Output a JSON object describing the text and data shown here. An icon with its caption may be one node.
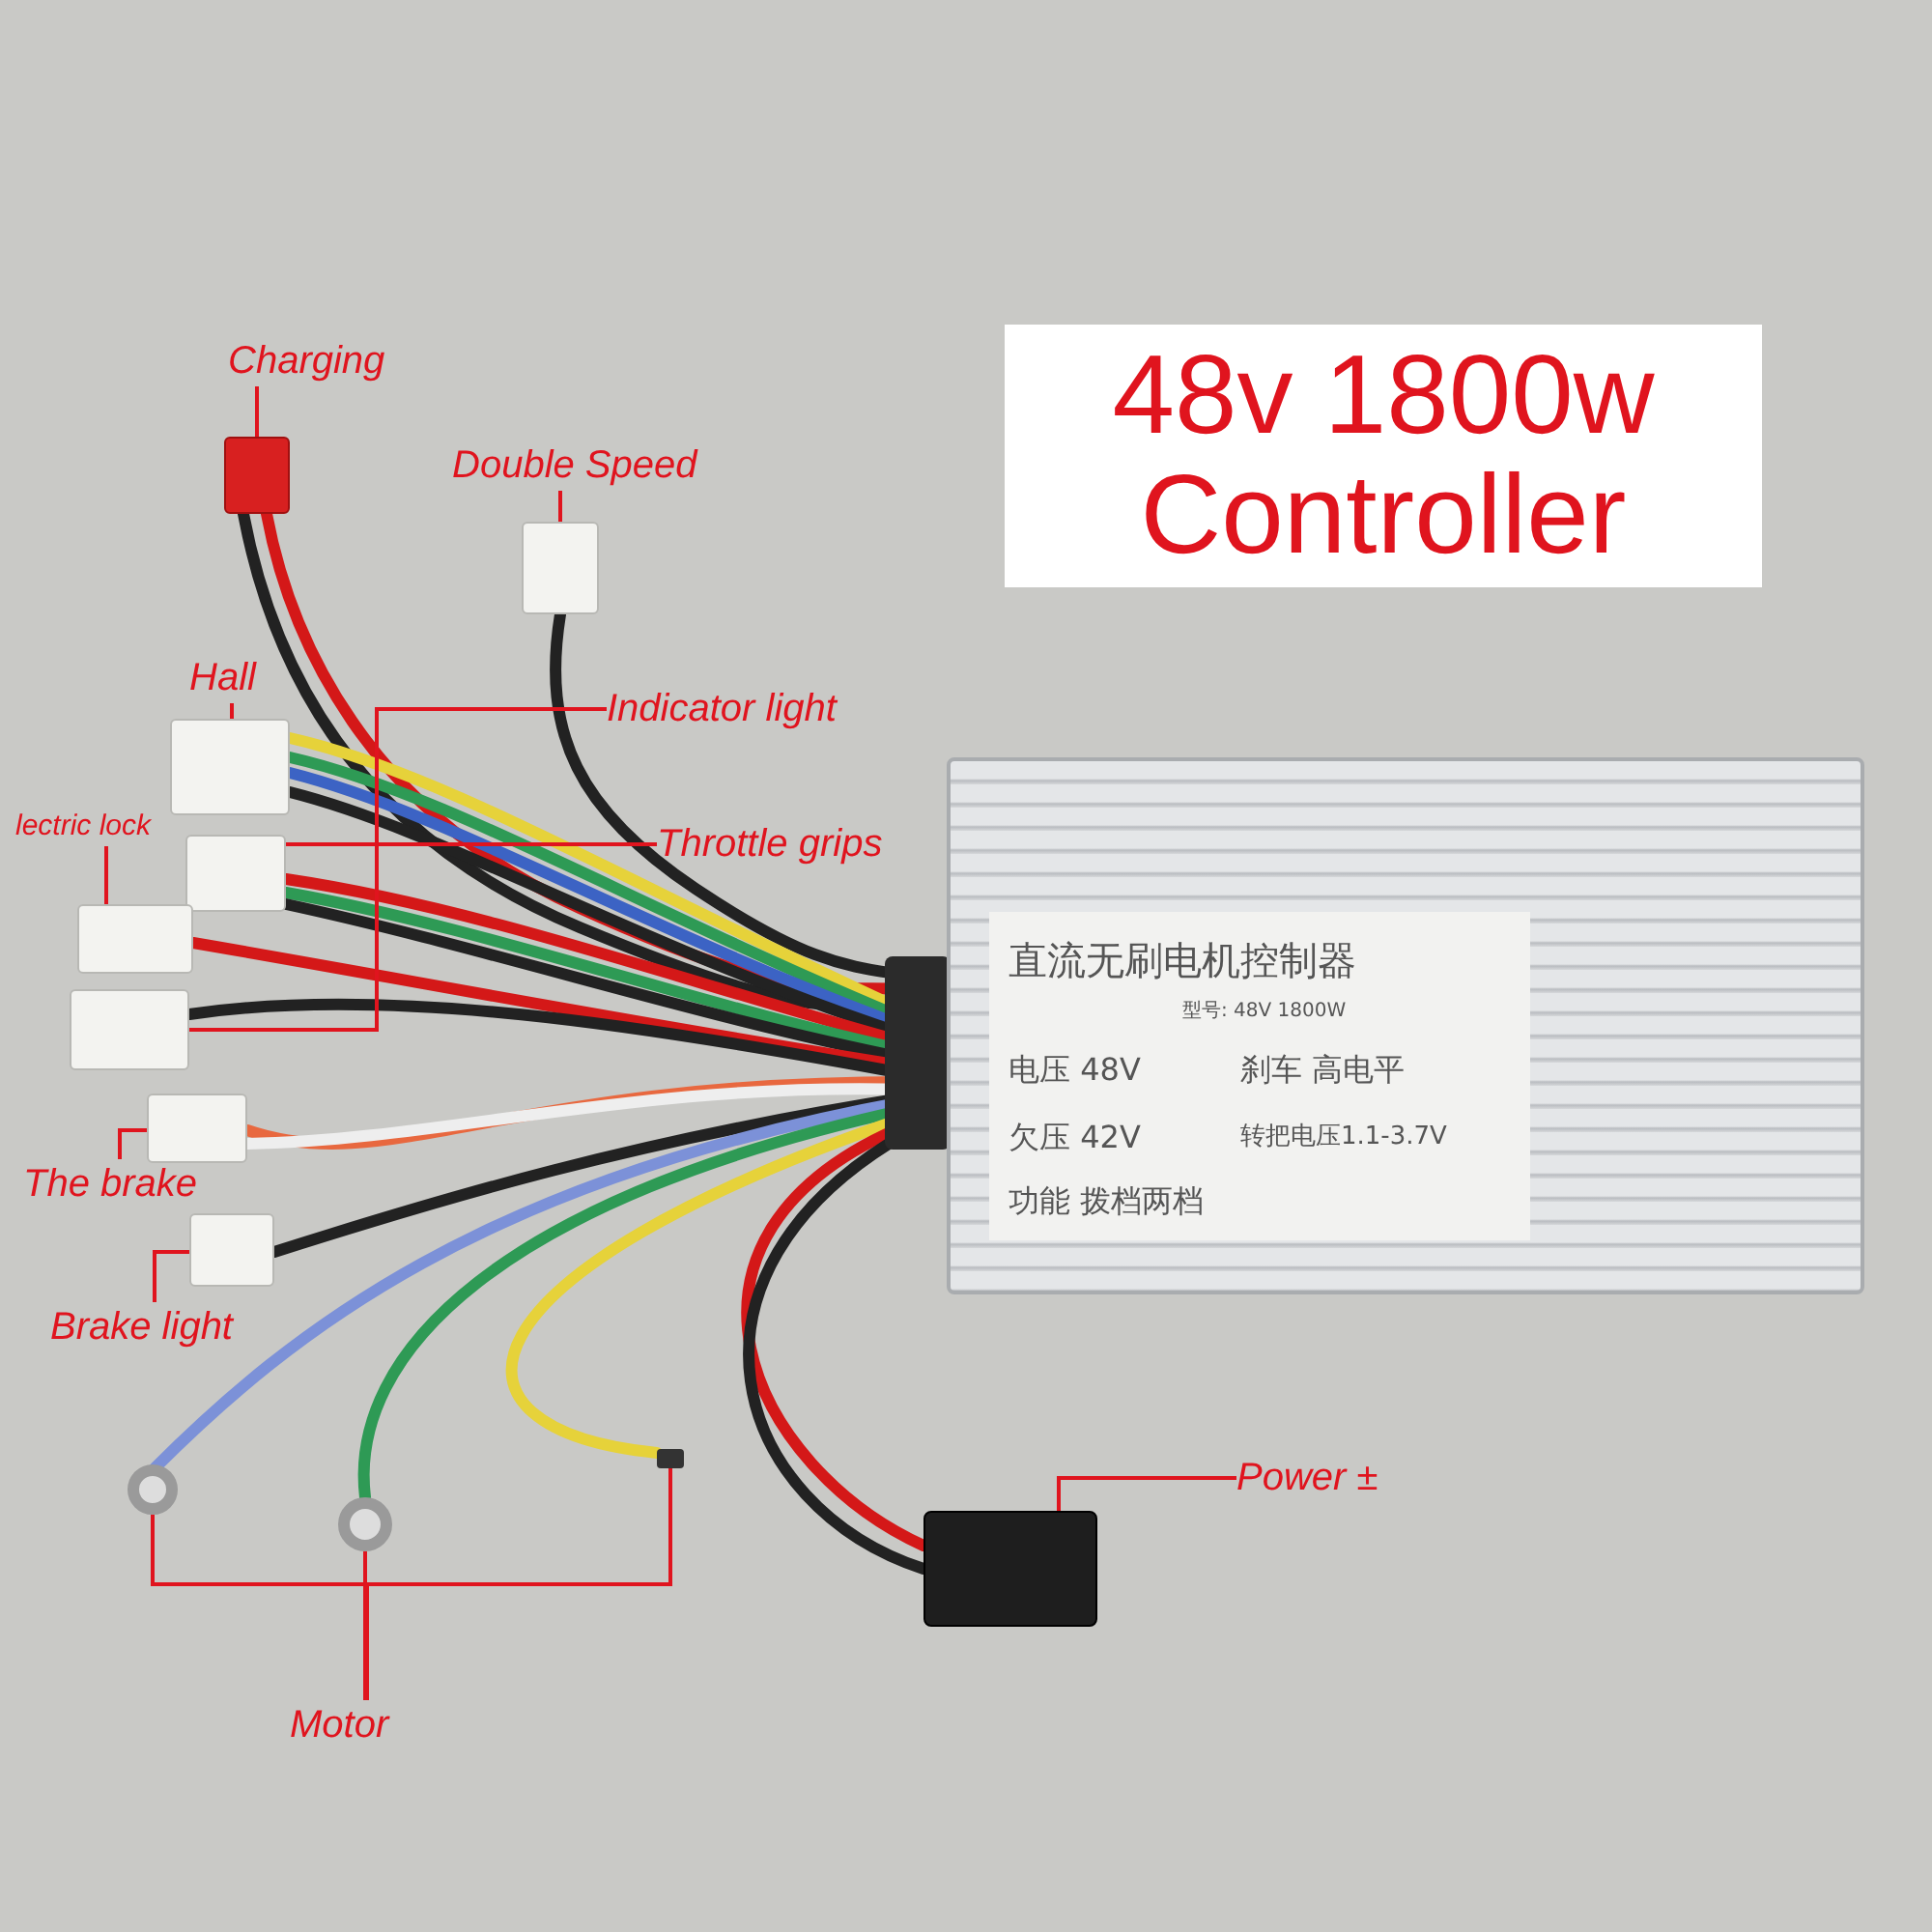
{
  "diagram": {
    "title": "48v 1800w Controller",
    "nodes": [
      {
        "text": [
          "Charging"
        ]
      },
      {
        "text": [],
        "shape": "box"
      },
      {
        "text": [
          "Double Speed"
        ]
      },
      {
        "text": [],
        "shape": "box"
      },
      {
        "text": [
          "Hall"
        ]
      },
      {
        "text": [],
        "shape": "box"
      },
      {
        "text": [
          "Indicator light"
        ]
      },
      {
        "text": [],
        "shape": "box"
      },
      {
        "text": [
          "Throttle grips"
        ]
      },
      {
        "text": [],
        "shape": "box"
      },
      {
        "text": [
          "lectric lock"
        ]
      },
      {
        "text": [],
        "shape": "box"
      },
      {
        "text": [
          "The brake"
        ]
      },
      {
        "text": [],
        "shape": "box"
      },
      {
        "text": [
          "Brake light"
        ]
      },
      {
        "text": [],
        "shape": "box"
      },
      {
        "text": [
          "Motor"
        ]
      },
      {
        "text": [],
        "shape": "circle"
      },
      {
        "text": [],
        "shape": "circle"
      },
      {
        "text": [],
        "shape": "bar"
      },
      {
        "text": [
          "Power ±"
        ]
      },
      {
        "text": [],
        "shape": "box"
      },
      {
        "text": [
          "直流无刷电机控制器",
          "型号: 48V 1800W",
          "电压 48V",
          "刹车 高电平",
          "欠压 42V",
          "转把电压1.1-3.7V",
          "功能 拨档两档"
        ]
      }
    ],
    "edges": [
      {
        "from": 0,
        "to": 1,
        "arrow": "none"
      },
      {
        "from": 2,
        "to": 3,
        "arrow": "none"
      },
      {
        "from": 4,
        "to": 5,
        "arrow": "none"
      },
      {
        "from": 6,
        "to": 7,
        "arrow": "none"
      },
      {
        "from": 8,
        "to": 9,
        "arrow": "none"
      },
      {
        "from": 10,
        "to": 11,
        "arrow": "none"
      },
      {
        "from": 12,
        "to": 13,
        "arrow": "none"
      },
      {
        "from": 14,
        "to": 15,
        "arrow": "none"
      },
      {
        "from": 16,
        "to": 17,
        "arrow": "none"
      },
      {
        "from": 16,
        "to": 18,
        "arrow": "none"
      },
      {
        "from": 16,
        "to": 19,
        "arrow": "none"
      },
      {
        "from": 20,
        "to": 21,
        "arrow": "none"
      }
    ]
  }
}
